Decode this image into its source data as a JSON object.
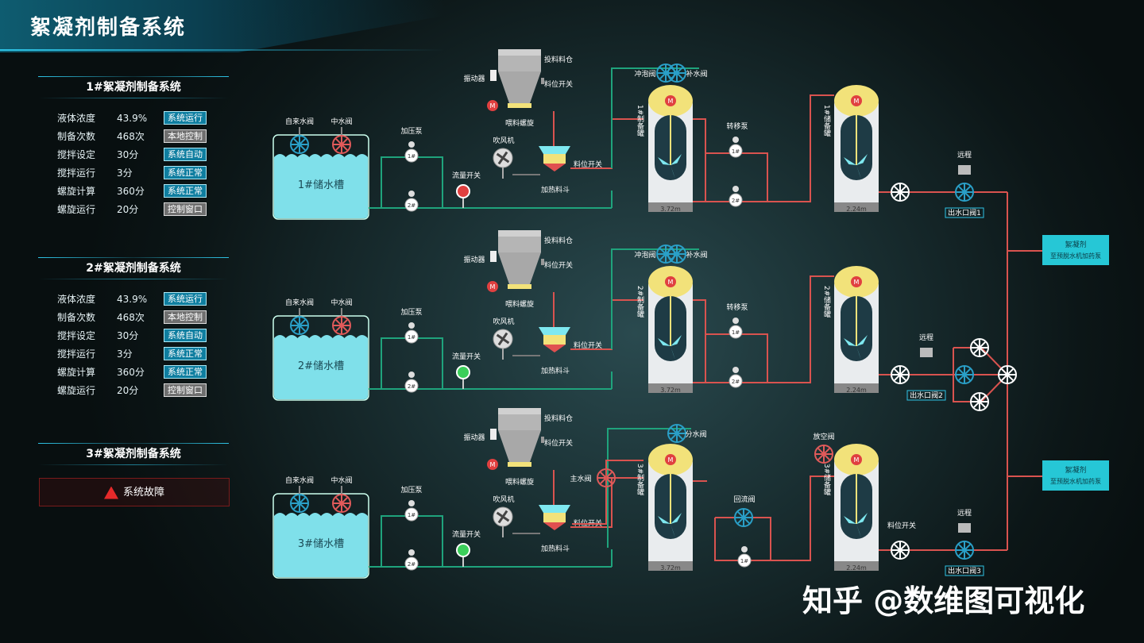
{
  "app_title": "絮凝剂制备系统",
  "watermark": "知乎 @数维图可视化",
  "panels": [
    {
      "title": "1#絮凝剂制备系统",
      "rows": [
        {
          "label": "液体浓度",
          "value": "43.9%",
          "status": "系统运行"
        },
        {
          "label": "制备次数",
          "value": "468次",
          "status": "本地控制"
        },
        {
          "label": "搅拌设定",
          "value": "30分",
          "status": "系统自动"
        },
        {
          "label": "搅拌运行",
          "value": "3分",
          "status": "系统正常"
        },
        {
          "label": "螺旋计算",
          "value": "360分",
          "status": "系统正常"
        },
        {
          "label": "螺旋运行",
          "value": "20分",
          "status": "控制窗口"
        }
      ]
    },
    {
      "title": "2#絮凝剂制备系统",
      "rows": [
        {
          "label": "液体浓度",
          "value": "43.9%",
          "status": "系统运行"
        },
        {
          "label": "制备次数",
          "value": "468次",
          "status": "本地控制"
        },
        {
          "label": "搅拌设定",
          "value": "30分",
          "status": "系统自动"
        },
        {
          "label": "搅拌运行",
          "value": "3分",
          "status": "系统正常"
        },
        {
          "label": "螺旋计算",
          "value": "360分",
          "status": "系统正常"
        },
        {
          "label": "螺旋运行",
          "value": "20分",
          "status": "控制窗口"
        }
      ]
    },
    {
      "title": "3#絮凝剂制备系统",
      "fault": "系统故障"
    }
  ],
  "lines": [
    {
      "tank": "1#储水槽",
      "prep_tank": "1#制备罐",
      "storage_tank": "1#储备罐",
      "outlet": "出水口阀1",
      "prep_vol": "3.72m",
      "store_vol": "2.24m",
      "flow_state": "red",
      "mid_valve_a": "冲泡阀",
      "mid_valve_b": "补水阀",
      "transfer": "转移泵"
    },
    {
      "tank": "2#储水槽",
      "prep_tank": "2#制备罐",
      "storage_tank": "2#储备罐",
      "outlet": "出水口阀2",
      "prep_vol": "3.72m",
      "store_vol": "2.24m",
      "flow_state": "green",
      "mid_valve_a": "冲泡阀",
      "mid_valve_b": "补水阀",
      "transfer": "转移泵"
    },
    {
      "tank": "3#储水槽",
      "prep_tank": "3#制备罐",
      "storage_tank": "3#储备罐",
      "outlet": "出水口阀3",
      "prep_vol": "3.72m",
      "store_vol": "2.24m",
      "flow_state": "green",
      "mid_valve_a": "分水阀",
      "main_valve": "主水阀",
      "vent_valve": "放空阀",
      "return_valve": "回流阀",
      "level_switch": "料位开关"
    }
  ],
  "labels": {
    "tap_valve": "自来水阀",
    "mid_water_valve": "中水阀",
    "booster_pump": "加压泵",
    "pump1": "1#",
    "pump2": "2#",
    "flow_switch": "流量开关",
    "hopper": "投料料仓",
    "vibrator": "振动器",
    "level_switch": "料位开关",
    "screw": "喂料螺旋",
    "blower": "吹风机",
    "heating_hopper": "加热料斗",
    "remote": "远程",
    "motor": "M"
  },
  "outputs": [
    {
      "line1": "絮凝剂",
      "line2": "至预脱水机加药泵"
    },
    {
      "line1": "絮凝剂",
      "line2": "至预脱水机加药泵"
    }
  ],
  "colors": {
    "pipe_green": "#1fa37c",
    "pipe_red": "#d9534f",
    "water": "#7fe0ea",
    "accent": "#2ec4e6",
    "valve_blue": "#2a9fc7",
    "valve_red": "#e05a5a"
  }
}
